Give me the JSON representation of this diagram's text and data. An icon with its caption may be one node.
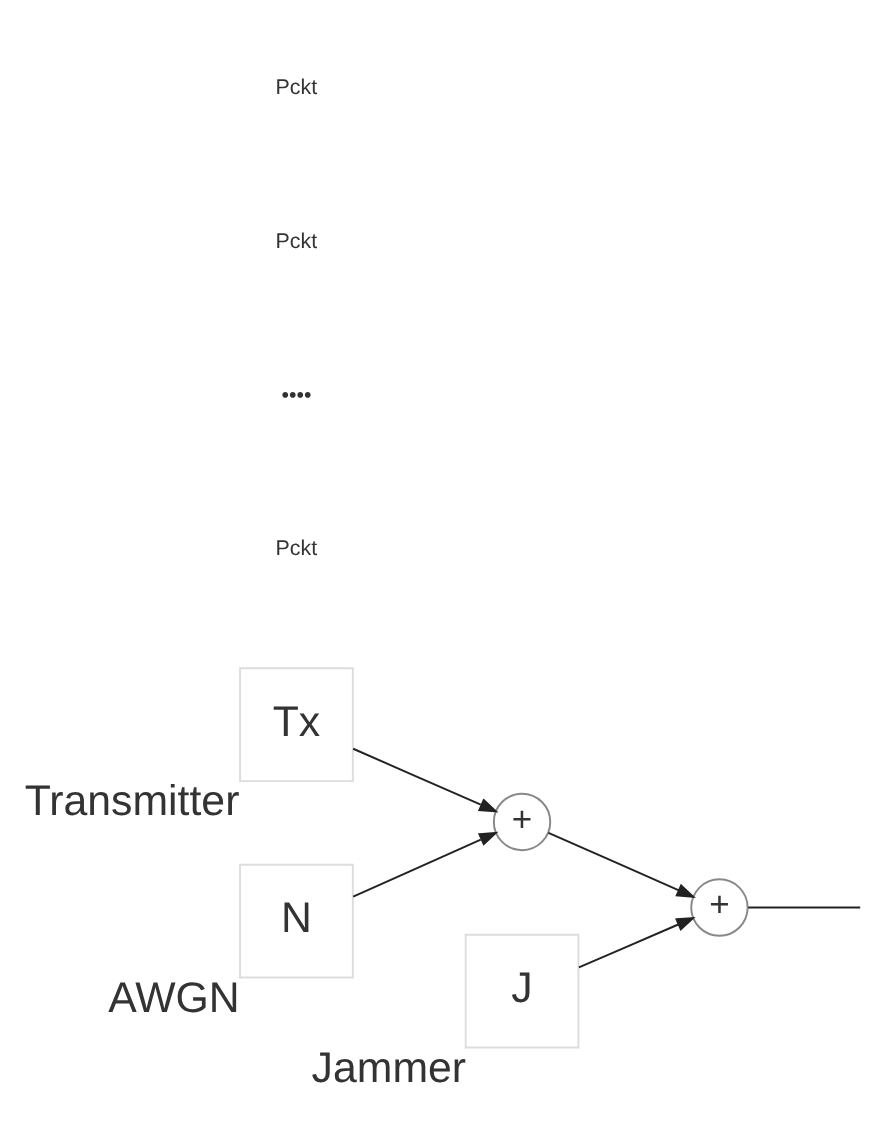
{
  "diagram": {
    "nodes": [
      {
        "text": [
          "Tx"
        ],
        "beside": [
          "Transmitter"
        ]
      },
      {
        "text": [
          "N"
        ],
        "beside": [
          "AWGN"
        ]
      },
      {
        "text": [
          "+"
        ]
      },
      {
        "text": [
          "+"
        ]
      },
      {
        "text": [
          "J"
        ],
        "beside": [
          "Jammer"
        ]
      }
    ],
    "edges": [
      {
        "from": 0,
        "to": 2,
        "arrow": "to"
      },
      {
        "from": 1,
        "to": 2,
        "arrow": "to"
      },
      {
        "from": 2,
        "to": 3,
        "arrow": "to"
      },
      {
        "from": 4,
        "to": 3,
        "arrow": "to"
      },
      {
        "from": 3,
        "to": null,
        "arrow": "none"
      }
    ],
    "labels": [
      "Pckt",
      "Pckt",
      "••••",
      "Pckt"
    ]
  }
}
